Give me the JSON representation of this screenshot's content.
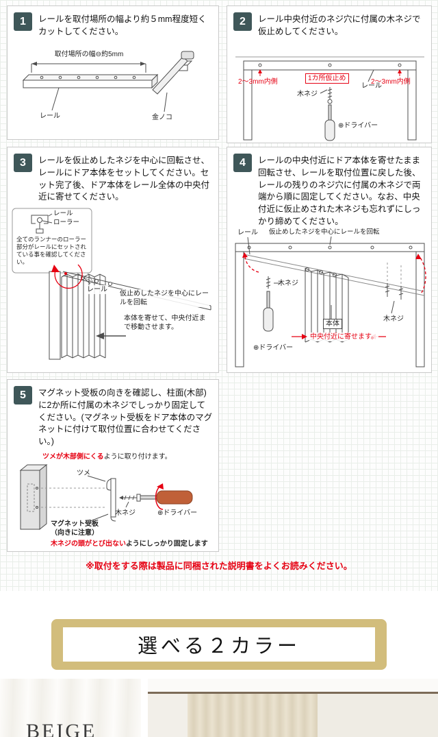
{
  "steps": [
    {
      "number": "1",
      "text": "レールを取付場所の幅より約５mm程度短くカットしてください。",
      "labels": {
        "width": "取付場所の幅⊖約5mm",
        "rail": "レール",
        "saw": "金ノコ"
      }
    },
    {
      "number": "2",
      "text": "レール中央付近のネジ穴に付属の木ネジで仮止めしてください。",
      "labels": {
        "inset_left": "2〜3mm内側",
        "temp_fix": "1カ所仮止め",
        "screw": "木ネジ",
        "rail": "レール",
        "inset_right": "2〜3mm内側",
        "driver": "⊕ドライバー"
      }
    },
    {
      "number": "3",
      "text": "レールを仮止めしたネジを中心に回転させ、レールにドア本体をセットしてください。セット完了後、ドア本体をレール全体の中央付近に寄せてください。",
      "labels": {
        "inset_rail": "レール",
        "inset_roller": "ローラー",
        "inset_caption": "全てのランナーのローラー部分がレールにセットされている事を確認してください。",
        "rail": "レール",
        "rotate": "仮止めしたネジを中心にレールを回転",
        "move": "本体を寄せて、中央付近まで移動させます。"
      }
    },
    {
      "number": "4",
      "text": "レールの中央付近にドア本体を寄せたまま回転させ、レールを取付位置に戻した後、レールの残りのネジ穴に付属の木ネジで両端から順に固定してください。なお、中央付近に仮止めされた木ネジも忘れずにしっかり締めてください。",
      "labels": {
        "rail": "レール",
        "rotate": "仮止めしたネジを中心にレールを回転",
        "screw_left": "木ネジ",
        "body": "本体",
        "center_note": "中央付近に寄せます。",
        "screw_right": "木ネジ",
        "driver": "⊕ドライバー"
      }
    },
    {
      "number": "5",
      "text": "マグネット受板の向きを確認し、柱面(木部)に2か所に付属の木ネジでしっかり固定してください。(マグネット受板をドア本体のマグネットに付けて取付位置に合わせてください。)",
      "labels": {
        "claw_note_red": "ツメが木部側にくる",
        "claw_note_rest": "ように取り付けます。",
        "claw": "ツメ",
        "screw": "木ネジ",
        "driver": "⊕ドライバー",
        "plate": "マグネット受板",
        "plate_caution": "（向きに注意）",
        "fix_note_red": "木ネジの頭がとび出ない",
        "fix_note_rest": "ようにしっかり固定します"
      }
    }
  ],
  "note": "※取付をする際は製品に同梱された説明書をよくお読みください。",
  "banner": {
    "title": "選べる２カラー"
  },
  "products": [
    {
      "label": "BEIGE"
    }
  ],
  "colors": {
    "badge": "#3f5759",
    "accent_red": "#e60012",
    "banner_bg": "#d2bd7c"
  }
}
